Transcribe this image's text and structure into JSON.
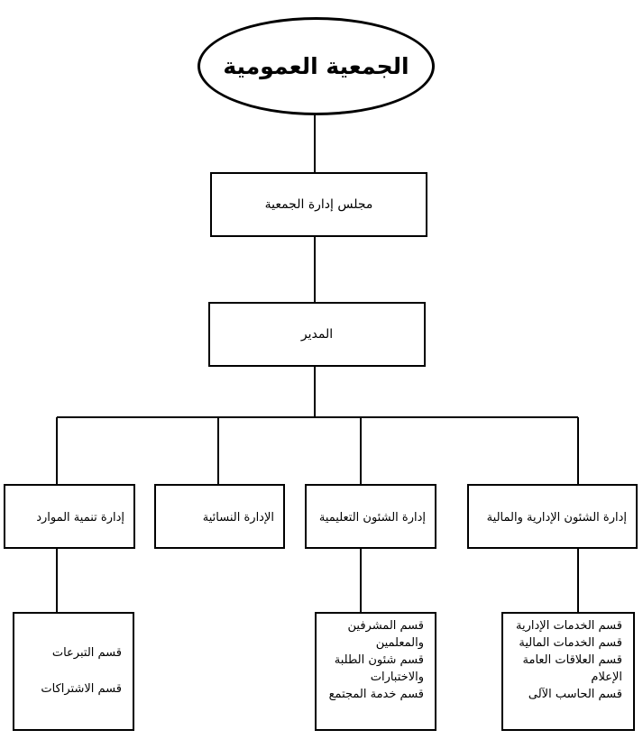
{
  "general_assembly": "الجمعية العمومية",
  "board": "مجلس إدارة الجمعية",
  "director": "المدير",
  "departments": [
    "إدارة تنمية الموارد",
    "الإدارة النسائية",
    "إدارة الشئون التعليمية",
    "إدارة الشئون الإدارية والمالية"
  ],
  "resources_sections": [
    "قسم التبرعات",
    "قسم الاشتراكات"
  ],
  "education_sections": [
    "قسم المشرفين",
    "والمعلمين",
    "قسم شئون الطلبة",
    "والاختبارات",
    "قسم خدمة المجتمع"
  ],
  "admin_sections": [
    "قسم الخدمات الإدارية",
    "قسم الخدمات المالية",
    "قسم العلاقات العامة",
    "الإعلام",
    "قسم الحاسب الآلى"
  ]
}
